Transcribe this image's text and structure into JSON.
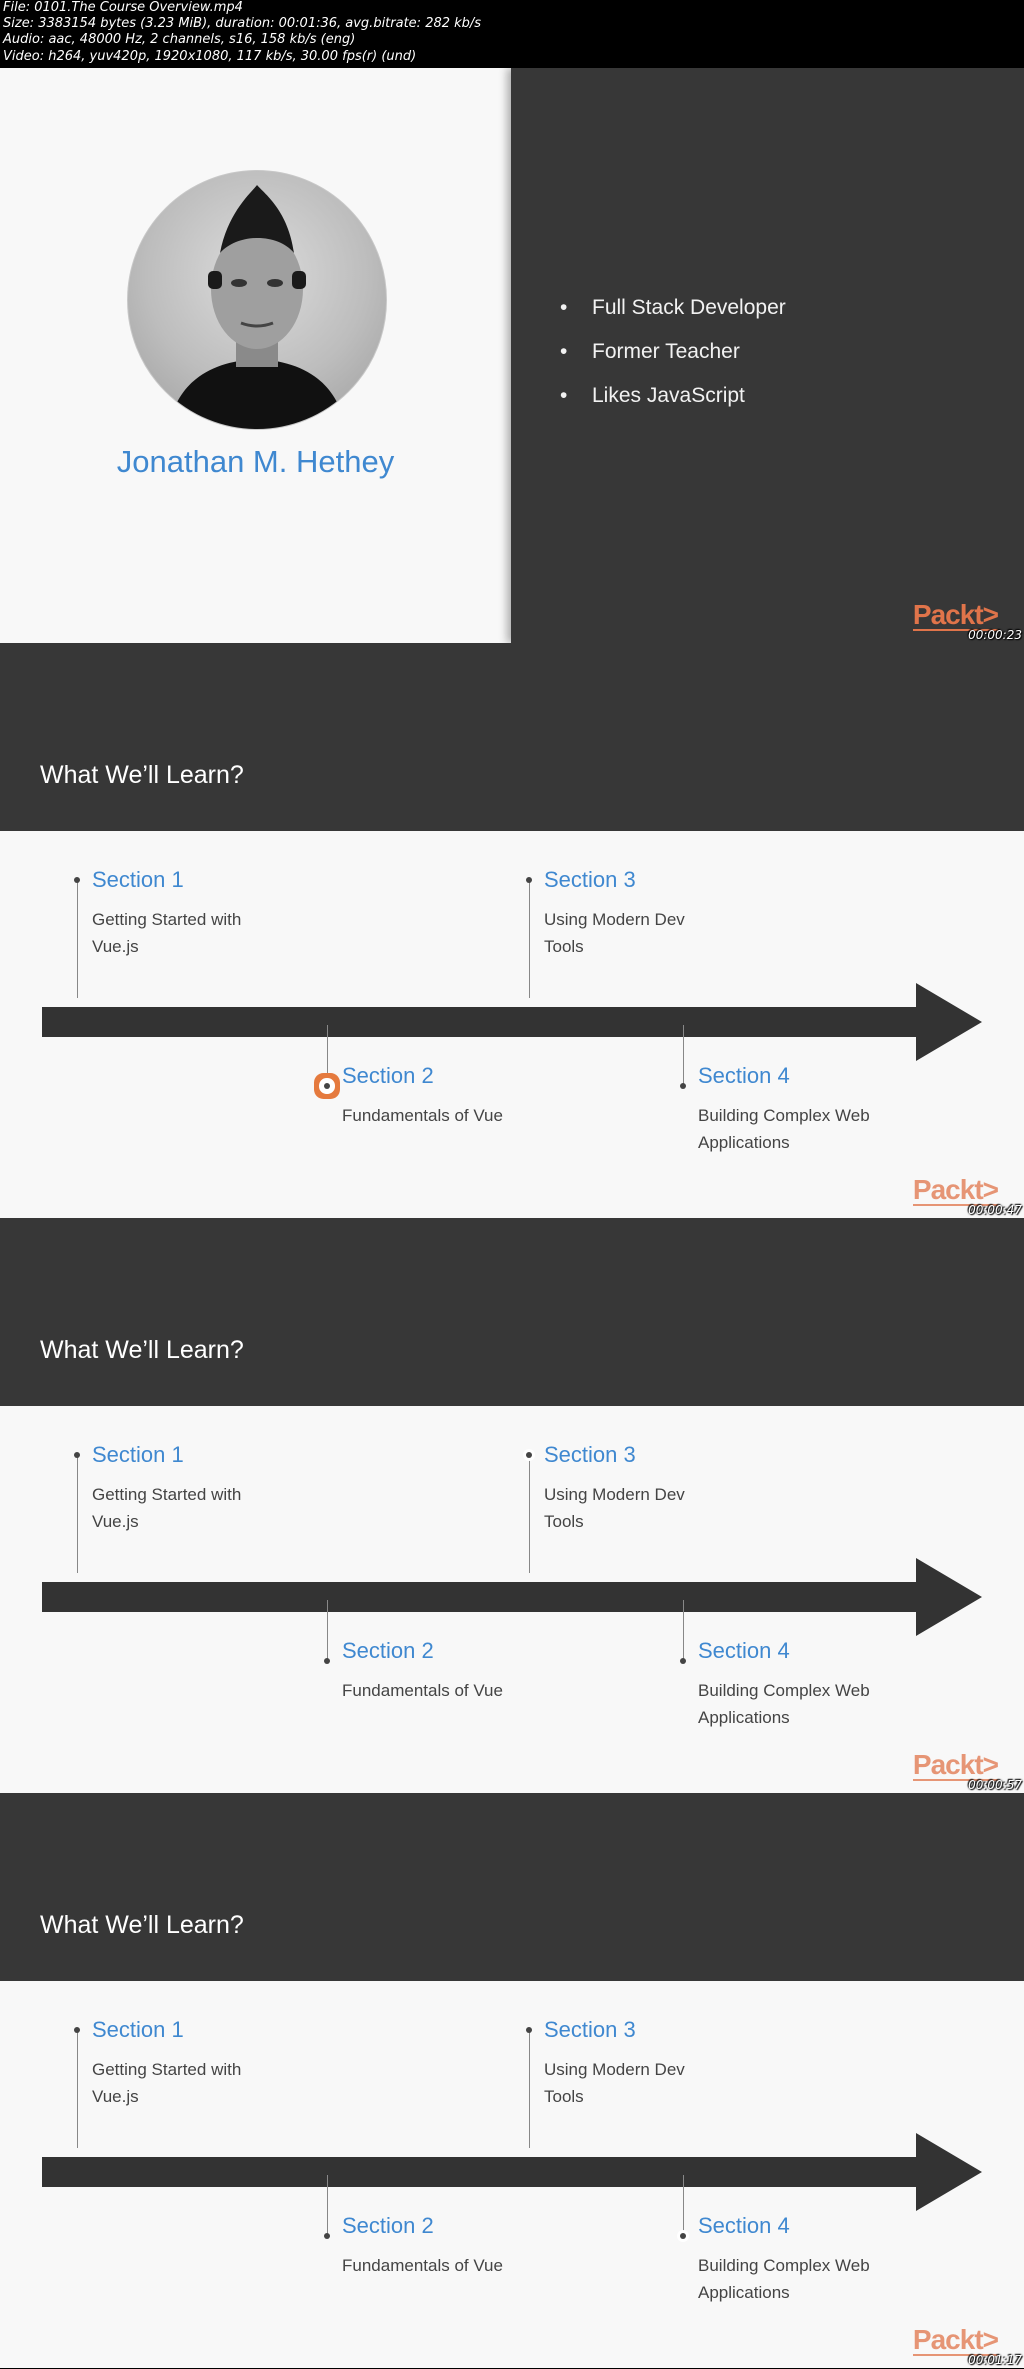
{
  "file_info": {
    "lines": [
      "File: 0101.The Course Overview.mp4",
      "Size: 3383154 bytes (3.23 MiB), duration: 00:01:36, avg.bitrate: 282 kb/s",
      "Audio: aac, 48000 Hz, 2 channels, s16, 158 kb/s (eng)",
      "Video: h264, yuv420p, 1920x1080, 117 kb/s, 30.00 fps(r) (und)"
    ]
  },
  "frame1": {
    "name": "Jonathan M. Hethey",
    "bullets": [
      "Full Stack Developer",
      "Former Teacher",
      "Likes JavaScript"
    ],
    "logo": "Packt>",
    "timestamp": "00:00:23"
  },
  "timeline": {
    "title": "What We’ll Learn?",
    "sections": [
      {
        "title": "Section 1",
        "desc": "Getting Started with Vue.js"
      },
      {
        "title": "Section 2",
        "desc": "Fundamentals of Vue"
      },
      {
        "title": "Section 3",
        "desc": "Using Modern Dev Tools"
      },
      {
        "title": "Section 4",
        "desc": "Building Complex Web Applications"
      }
    ],
    "logo": "Packt>"
  },
  "frames": [
    {
      "timestamp": "00:00:47"
    },
    {
      "timestamp": "00:00:57"
    },
    {
      "timestamp": "00:01:17"
    }
  ],
  "colors": {
    "dark": "#373737",
    "light": "#f8f8f8",
    "accent_blue": "#3f88d0",
    "brand_orange": "#e0744a",
    "highlight_orange": "#e57a3e"
  }
}
